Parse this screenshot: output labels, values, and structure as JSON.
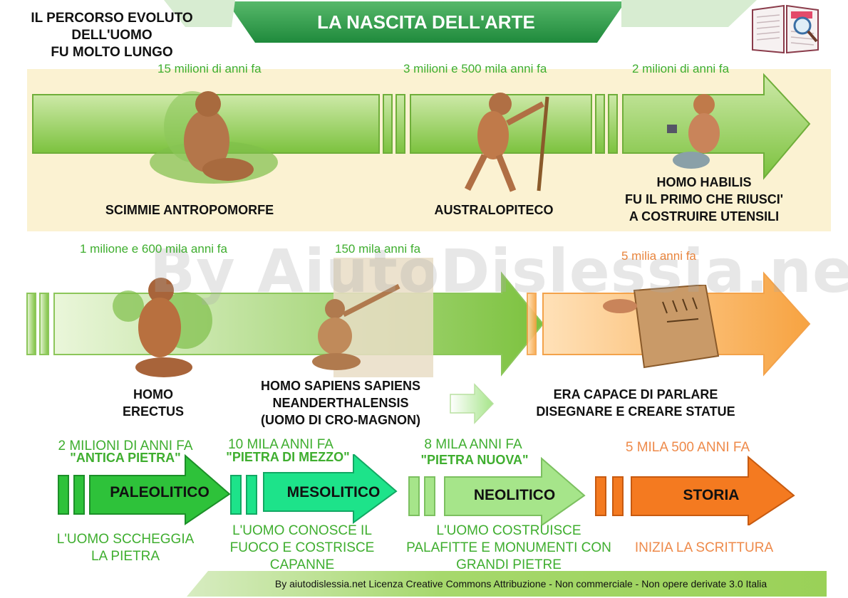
{
  "title": "LA NASCITA DELL'ARTE",
  "intro": [
    "IL PERCORSO EVOLUTO",
    "DELL'UOMO",
    "FU MOLTO LUNGO"
  ],
  "watermark": "By AiutoDislessia.net",
  "stages_top": [
    {
      "date": "15 milioni di anni fa",
      "label": [
        "SCIMMIE ANTROPOMORFE"
      ]
    },
    {
      "date": "3 milioni e 500 mila anni fa",
      "label": [
        "AUSTRALOPITECO"
      ]
    },
    {
      "date": "2 milioni di anni fa",
      "label": [
        "HOMO HABILIS",
        "FU IL PRIMO CHE RIUSCI'",
        "A COSTRUIRE UTENSILI"
      ]
    }
  ],
  "stages_middle": [
    {
      "date": "1 milione e 600 mila anni fa",
      "label": [
        "HOMO",
        "ERECTUS"
      ]
    },
    {
      "date": "150 mila anni fa",
      "label": [
        "HOMO SAPIENS SAPIENS",
        "NEANDERTHALENSIS",
        "(UOMO DI CRO-MAGNON)"
      ]
    },
    {
      "date": "5 milia anni fa",
      "label": [
        "ERA CAPACE DI PARLARE",
        "DISEGNARE E CREARE STATUE"
      ]
    }
  ],
  "eras": [
    {
      "date": "2 MILIONI DI ANNI FA",
      "sub": "\"ANTICA PIETRA\"",
      "name": "PALEOLITICO",
      "desc": [
        "L'UOMO SCCHEGGIA",
        "LA PIETRA"
      ],
      "color": "#2ec23a",
      "text_color": "#3fae2f"
    },
    {
      "date": "10 MILA ANNI FA",
      "sub": "\"PIETRA DI MEZZO\"",
      "name": "MESOLITICO",
      "desc": [
        "L'UOMO CONOSCE IL",
        "FUOCO E COSTRISCE",
        "CAPANNE"
      ],
      "color": "#1de38a",
      "text_color": "#3fae2f"
    },
    {
      "date": "8 MILA ANNI FA",
      "sub": "\"PIETRA NUOVA\"",
      "name": "NEOLITICO",
      "desc": [
        "L'UOMO COSTRUISCE",
        "PALAFITTE E MONUMENTI CON",
        "GRANDI PIETRE"
      ],
      "color": "#a6e58a",
      "text_color": "#3fae2f"
    },
    {
      "date": "5 MILA 500 ANNI FA",
      "sub": "",
      "name": "STORIA",
      "desc": [
        "INIZIA LA SCRITTURA"
      ],
      "color": "#f47a20",
      "text_color": "#ee8a4a"
    }
  ],
  "footer": "By aiutodislessia.net Licenza Creative Commons Attribuzione - Non commerciale - Non opere derivate 3.0 Italia",
  "colors": {
    "green": "#3fae2f",
    "orange": "#e8843c",
    "banner": "#2e9a48",
    "panel": "#fbf2d2"
  }
}
